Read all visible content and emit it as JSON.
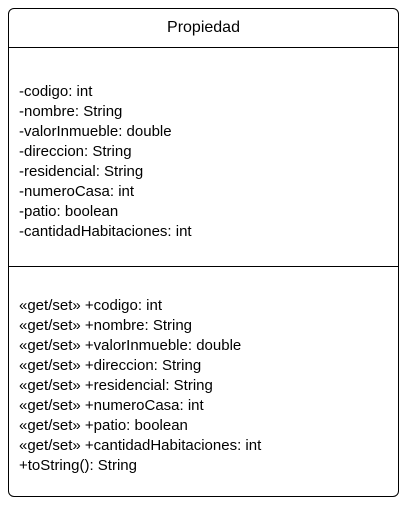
{
  "class": {
    "name": "Propiedad",
    "attributes": [
      "-codigo: int",
      "-nombre: String",
      "-valorInmueble: double",
      "-direccion: String",
      "-residencial: String",
      "-numeroCasa: int",
      "-patio: boolean",
      "-cantidadHabitaciones: int"
    ],
    "methods": [
      "«get/set» +codigo: int",
      "«get/set» +nombre: String",
      "«get/set» +valorInmueble: double",
      "«get/set» +direccion: String",
      "«get/set» +residencial: String",
      "«get/set» +numeroCasa: int",
      "«get/set» +patio: boolean",
      "«get/set» +cantidadHabitaciones: int",
      "+toString(): String"
    ]
  }
}
